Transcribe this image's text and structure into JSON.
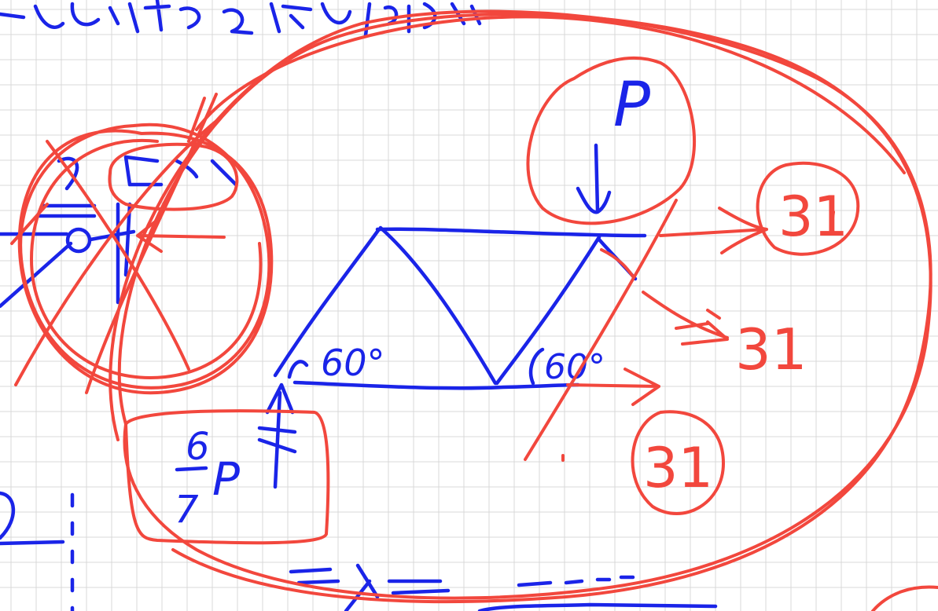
{
  "page": {
    "background": "#ffffff",
    "grid_color": "#d9d9d9",
    "ink_blue": "#1a24e8",
    "ink_red": "#f2473d"
  },
  "labels": {
    "load_symbol": "P",
    "angle_left": "60°",
    "angle_right": "60°",
    "reaction_top": "31",
    "reaction_mid": "31",
    "reaction_bottom": "31",
    "support_fraction_num": "6",
    "support_fraction_den": "7",
    "support_fraction_var": "P"
  }
}
